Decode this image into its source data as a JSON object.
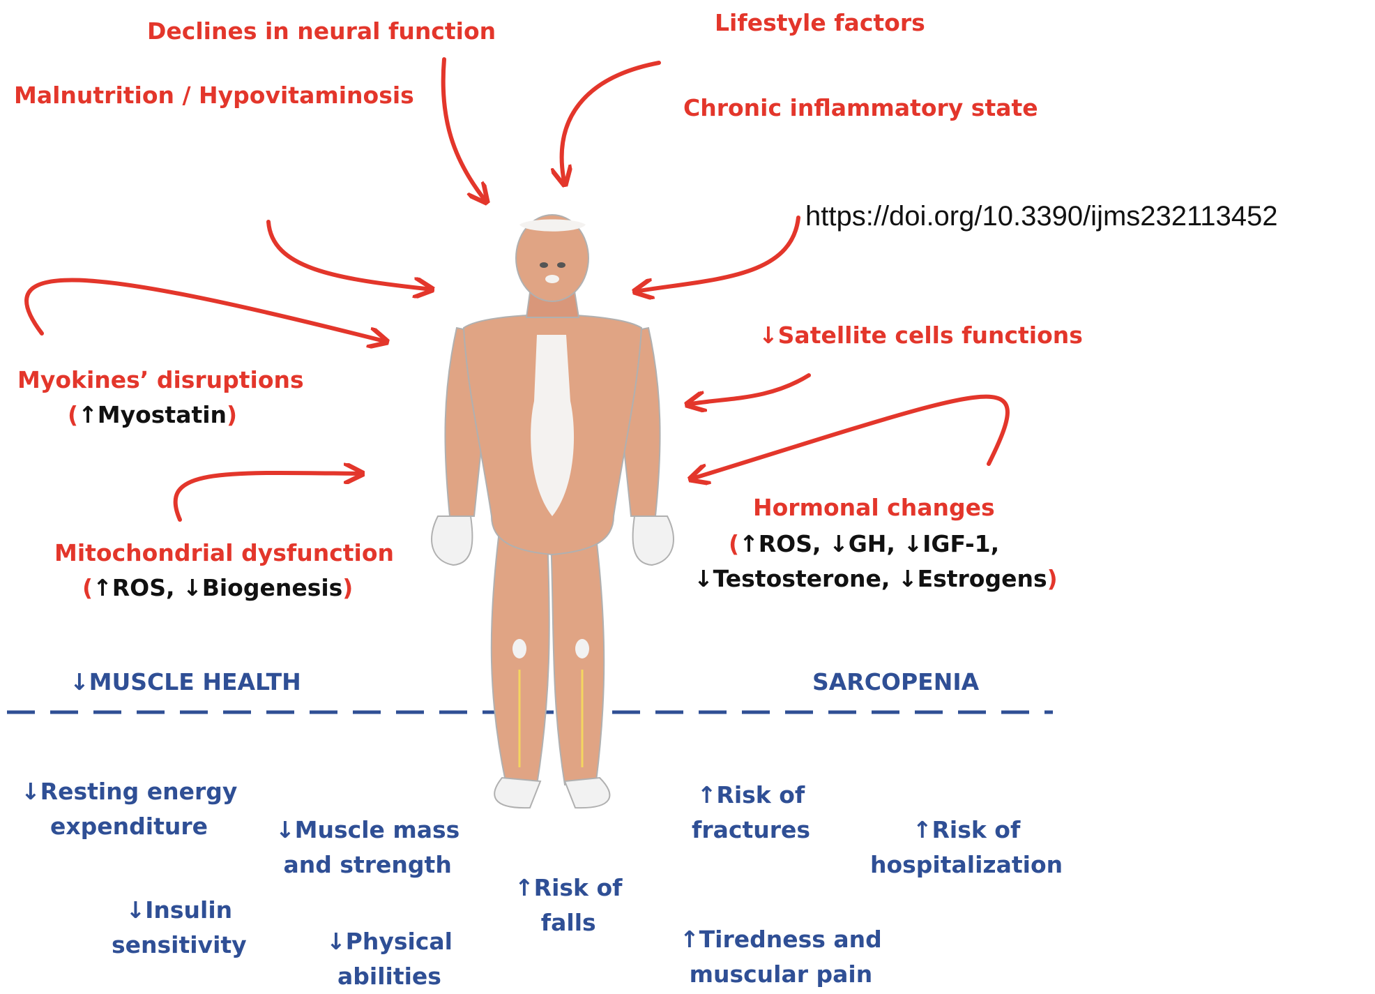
{
  "causes": {
    "neural": "Declines in neural function",
    "lifestyle": "Lifestyle factors",
    "malnutrition": "Malnutrition / Hypovitaminosis",
    "inflammation": "Chronic inflammatory state",
    "myokines": "Myokines’ disruptions",
    "myostatin": "Myostatin",
    "satellite": "Satellite cells functions",
    "mito": "Mitochondrial dysfunction",
    "mito_ros": "ROS,",
    "mito_bio": "Biogenesis",
    "hormonal": "Hormonal changes",
    "horm_ros": "ROS,",
    "horm_gh": "GH,",
    "horm_igf": "IGF-1,",
    "horm_testo": "Testosterone,",
    "horm_estro": "Estrogens"
  },
  "doi": "https://doi.org/10.3390/ijms232113452",
  "divider": {
    "left": "MUSCLE HEALTH",
    "right": "SARCOPENIA"
  },
  "outcomes": {
    "ree_1": "Resting energy",
    "ree_2": "expenditure",
    "mass_1": "Muscle mass",
    "mass_2": "and strength",
    "insulin_1": "Insulin",
    "insulin_2": "sensitivity",
    "phys_1": "Physical",
    "phys_2": "abilities",
    "falls_1": "Risk of",
    "falls_2": "falls",
    "fract_1": "Risk of",
    "fract_2": "fractures",
    "hosp_1": "Risk of",
    "hosp_2": "hospitalization",
    "tired_1": "Tiredness and",
    "tired_2": "muscular pain"
  },
  "glyphs": {
    "up": "↑",
    "down": "↓"
  },
  "colors": {
    "cause": "#e3362b",
    "outcome": "#2f4f95",
    "muscle": "#e0a484"
  }
}
